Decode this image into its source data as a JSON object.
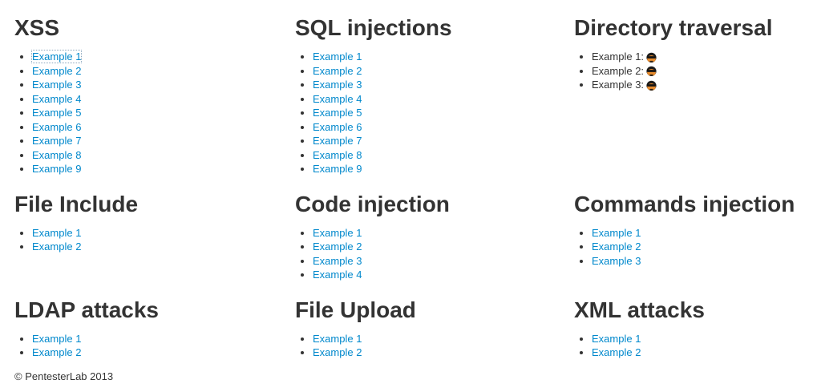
{
  "colors": {
    "link": "#0088cc",
    "heading": "#333333",
    "text": "#333333",
    "ninja_face": "#e78b2d",
    "ninja_dark": "#1b1b1b"
  },
  "sections": [
    {
      "title": "XSS",
      "links": true,
      "items": [
        {
          "label": "Example 1",
          "focused": true
        },
        {
          "label": "Example 2"
        },
        {
          "label": "Example 3"
        },
        {
          "label": "Example 4"
        },
        {
          "label": "Example 5"
        },
        {
          "label": "Example 6"
        },
        {
          "label": "Example 7"
        },
        {
          "label": "Example 8"
        },
        {
          "label": "Example 9"
        }
      ]
    },
    {
      "title": "SQL injections",
      "links": true,
      "items": [
        {
          "label": "Example 1"
        },
        {
          "label": "Example 2"
        },
        {
          "label": "Example 3"
        },
        {
          "label": "Example 4"
        },
        {
          "label": "Example 5"
        },
        {
          "label": "Example 6"
        },
        {
          "label": "Example 7"
        },
        {
          "label": "Example 8"
        },
        {
          "label": "Example 9"
        }
      ]
    },
    {
      "title": "Directory traversal",
      "links": false,
      "items": [
        {
          "label": "Example 1:",
          "icon": "ninja-icon"
        },
        {
          "label": "Example 2:",
          "icon": "ninja-icon"
        },
        {
          "label": "Example 3:",
          "icon": "ninja-icon"
        }
      ]
    },
    {
      "title": "File Include",
      "links": true,
      "items": [
        {
          "label": "Example 1"
        },
        {
          "label": "Example 2"
        }
      ]
    },
    {
      "title": "Code injection",
      "links": true,
      "items": [
        {
          "label": "Example 1"
        },
        {
          "label": "Example 2"
        },
        {
          "label": "Example 3"
        },
        {
          "label": "Example 4"
        }
      ]
    },
    {
      "title": "Commands injection",
      "links": true,
      "items": [
        {
          "label": "Example 1"
        },
        {
          "label": "Example 2"
        },
        {
          "label": "Example 3"
        }
      ]
    },
    {
      "title": "LDAP attacks",
      "links": true,
      "items": [
        {
          "label": "Example 1"
        },
        {
          "label": "Example 2"
        }
      ]
    },
    {
      "title": "File Upload",
      "links": true,
      "items": [
        {
          "label": "Example 1"
        },
        {
          "label": "Example 2"
        }
      ]
    },
    {
      "title": "XML attacks",
      "links": true,
      "items": [
        {
          "label": "Example 1"
        },
        {
          "label": "Example 2"
        }
      ]
    }
  ],
  "footer": {
    "text": "© PentesterLab 2013"
  }
}
